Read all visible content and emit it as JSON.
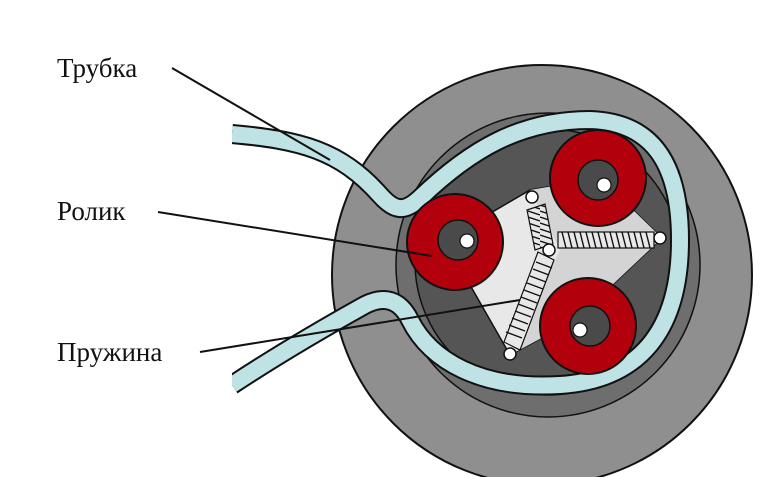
{
  "labels": {
    "tube": "Трубка",
    "roller": "Ролик",
    "spring": "Пружина"
  },
  "colors": {
    "housing_outer": "#8f8f8f",
    "housing_inner": "#6e6e6e",
    "cavity": "#4f4f4f",
    "plate": "#e6e6e6",
    "tube_fill": "#bfe3e5",
    "roller_red": "#b3000d",
    "roller_hub": "#4a4a4a",
    "outline": "#111111"
  }
}
